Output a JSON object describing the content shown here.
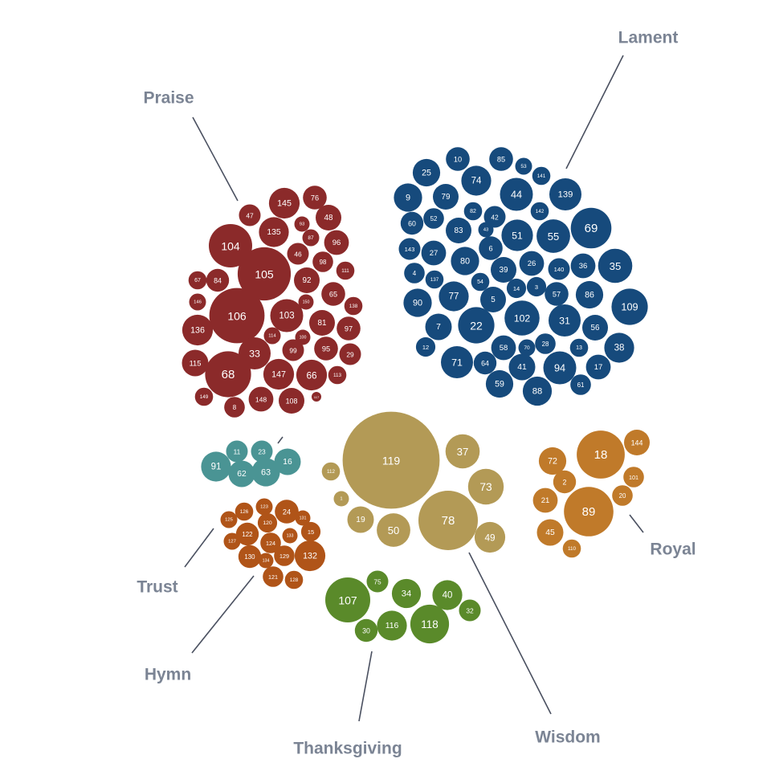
{
  "chart_data": {
    "type": "bubble-cluster",
    "title": "",
    "groups": [
      {
        "name": "Praise",
        "color": "#8b2a2a",
        "items": [
          {
            "label": "47",
            "value": 1
          },
          {
            "label": "145",
            "value": 2
          },
          {
            "label": "76",
            "value": 1.2
          },
          {
            "label": "93",
            "value": 0.5
          },
          {
            "label": "48",
            "value": 1.4
          },
          {
            "label": "104",
            "value": 4
          },
          {
            "label": "135",
            "value": 1.9
          },
          {
            "label": "87",
            "value": 0.6
          },
          {
            "label": "96",
            "value": 1.3
          },
          {
            "label": "46",
            "value": 1
          },
          {
            "label": "98",
            "value": 0.9
          },
          {
            "label": "105",
            "value": 6
          },
          {
            "label": "67",
            "value": 0.7
          },
          {
            "label": "84",
            "value": 1.1
          },
          {
            "label": "92",
            "value": 1.4
          },
          {
            "label": "111",
            "value": 0.7
          },
          {
            "label": "65",
            "value": 1.2
          },
          {
            "label": "146",
            "value": 0.6
          },
          {
            "label": "150",
            "value": 0.5
          },
          {
            "label": "138",
            "value": 0.7
          },
          {
            "label": "106",
            "value": 6.5
          },
          {
            "label": "103",
            "value": 2.3
          },
          {
            "label": "81",
            "value": 1.4
          },
          {
            "label": "136",
            "value": 2
          },
          {
            "label": "114",
            "value": 0.6
          },
          {
            "label": "100",
            "value": 0.5
          },
          {
            "label": "97",
            "value": 1.2
          },
          {
            "label": "33",
            "value": 2.2
          },
          {
            "label": "99",
            "value": 1
          },
          {
            "label": "95",
            "value": 1.2
          },
          {
            "label": "29",
            "value": 1
          },
          {
            "label": "115",
            "value": 1.5
          },
          {
            "label": "68",
            "value": 4.5
          },
          {
            "label": "147",
            "value": 2
          },
          {
            "label": "66",
            "value": 2
          },
          {
            "label": "113",
            "value": 0.7
          },
          {
            "label": "149",
            "value": 0.7
          },
          {
            "label": "148",
            "value": 1.3
          },
          {
            "label": "108",
            "value": 1.4
          },
          {
            "label": "117",
            "value": 0.2
          },
          {
            "label": "8",
            "value": 0.9
          }
        ]
      },
      {
        "name": "Lament",
        "color": "#164a7c",
        "items": [
          {
            "label": "10",
            "value": 1.2
          },
          {
            "label": "85",
            "value": 1.2
          },
          {
            "label": "53",
            "value": 0.6
          },
          {
            "label": "25",
            "value": 1.6
          },
          {
            "label": "74",
            "value": 1.9
          },
          {
            "label": "141",
            "value": 0.7
          },
          {
            "label": "9",
            "value": 1.7
          },
          {
            "label": "79",
            "value": 1.4
          },
          {
            "label": "44",
            "value": 2.3
          },
          {
            "label": "139",
            "value": 2.2
          },
          {
            "label": "82",
            "value": 0.7
          },
          {
            "label": "42",
            "value": 1
          },
          {
            "label": "142",
            "value": 0.7
          },
          {
            "label": "60",
            "value": 1.1
          },
          {
            "label": "52",
            "value": 0.9
          },
          {
            "label": "83",
            "value": 1.4
          },
          {
            "label": "43",
            "value": 0.5
          },
          {
            "label": "51",
            "value": 2.1
          },
          {
            "label": "55",
            "value": 2.4
          },
          {
            "label": "69",
            "value": 3.5
          },
          {
            "label": "143",
            "value": 1
          },
          {
            "label": "27",
            "value": 1.3
          },
          {
            "label": "80",
            "value": 1.7
          },
          {
            "label": "6",
            "value": 1.2
          },
          {
            "label": "39",
            "value": 1.4
          },
          {
            "label": "26",
            "value": 1.3
          },
          {
            "label": "140",
            "value": 1
          },
          {
            "label": "36",
            "value": 1.3
          },
          {
            "label": "35",
            "value": 2.5
          },
          {
            "label": "4",
            "value": 0.9
          },
          {
            "label": "137",
            "value": 0.7
          },
          {
            "label": "54",
            "value": 0.7
          },
          {
            "label": "14",
            "value": 0.8
          },
          {
            "label": "3",
            "value": 0.8
          },
          {
            "label": "57",
            "value": 1.2
          },
          {
            "label": "86",
            "value": 1.6
          },
          {
            "label": "109",
            "value": 2.8
          },
          {
            "label": "90",
            "value": 1.7
          },
          {
            "label": "77",
            "value": 1.9
          },
          {
            "label": "5",
            "value": 1.4
          },
          {
            "label": "102",
            "value": 2.6
          },
          {
            "label": "31",
            "value": 2.2
          },
          {
            "label": "56",
            "value": 1.4
          },
          {
            "label": "7",
            "value": 1.5
          },
          {
            "label": "22",
            "value": 2.8
          },
          {
            "label": "12",
            "value": 0.8
          },
          {
            "label": "58",
            "value": 1.3
          },
          {
            "label": "70",
            "value": 0.6
          },
          {
            "label": "28",
            "value": 0.9
          },
          {
            "label": "13",
            "value": 0.7
          },
          {
            "label": "38",
            "value": 1.9
          },
          {
            "label": "71",
            "value": 2.2
          },
          {
            "label": "64",
            "value": 1.1
          },
          {
            "label": "41",
            "value": 1.5
          },
          {
            "label": "94",
            "value": 2.3
          },
          {
            "label": "17",
            "value": 1.3
          },
          {
            "label": "59",
            "value": 1.6
          },
          {
            "label": "88",
            "value": 1.8
          },
          {
            "label": "61",
            "value": 0.9
          }
        ]
      },
      {
        "name": "Trust",
        "color": "#4a9494",
        "items": [
          {
            "label": "11",
            "value": 1
          },
          {
            "label": "23",
            "value": 1
          },
          {
            "label": "16",
            "value": 1.5
          },
          {
            "label": "91",
            "value": 1.9
          },
          {
            "label": "62",
            "value": 1.5
          },
          {
            "label": "63",
            "value": 1.7
          }
        ]
      },
      {
        "name": "Hymn",
        "color": "#b05418",
        "items": [
          {
            "label": "126",
            "value": 0.7
          },
          {
            "label": "123",
            "value": 0.6
          },
          {
            "label": "24",
            "value": 1.2
          },
          {
            "label": "125",
            "value": 0.6
          },
          {
            "label": "120",
            "value": 0.8
          },
          {
            "label": "131",
            "value": 0.5
          },
          {
            "label": "122",
            "value": 1.1
          },
          {
            "label": "133",
            "value": 0.5
          },
          {
            "label": "15",
            "value": 0.8
          },
          {
            "label": "127",
            "value": 0.6
          },
          {
            "label": "124",
            "value": 0.9
          },
          {
            "label": "130",
            "value": 1.1
          },
          {
            "label": "134",
            "value": 0.5
          },
          {
            "label": "129",
            "value": 0.9
          },
          {
            "label": "132",
            "value": 2
          },
          {
            "label": "121",
            "value": 0.9
          },
          {
            "label": "128",
            "value": 0.7
          }
        ]
      },
      {
        "name": "Wisdom",
        "color": "#b39a56",
        "items": [
          {
            "label": "119",
            "value": 20
          },
          {
            "label": "37",
            "value": 2.5
          },
          {
            "label": "112",
            "value": 0.7
          },
          {
            "label": "73",
            "value": 2.7
          },
          {
            "label": "1",
            "value": 0.5
          },
          {
            "label": "19",
            "value": 1.5
          },
          {
            "label": "50",
            "value": 2.4
          },
          {
            "label": "78",
            "value": 7.5
          },
          {
            "label": "49",
            "value": 2
          }
        ]
      },
      {
        "name": "Royal",
        "color": "#c07a2a",
        "items": [
          {
            "label": "144",
            "value": 1.4
          },
          {
            "label": "72",
            "value": 1.6
          },
          {
            "label": "18",
            "value": 4.9
          },
          {
            "label": "2",
            "value": 1.1
          },
          {
            "label": "101",
            "value": 0.9
          },
          {
            "label": "21",
            "value": 1.3
          },
          {
            "label": "20",
            "value": 0.9
          },
          {
            "label": "89",
            "value": 5.2
          },
          {
            "label": "45",
            "value": 1.5
          },
          {
            "label": "110",
            "value": 0.7
          }
        ]
      },
      {
        "name": "Thanksgiving",
        "color": "#5a8a2a",
        "items": [
          {
            "label": "75",
            "value": 1
          },
          {
            "label": "34",
            "value": 1.8
          },
          {
            "label": "40",
            "value": 1.9
          },
          {
            "label": "107",
            "value": 4.3
          },
          {
            "label": "32",
            "value": 1
          },
          {
            "label": "116",
            "value": 1.9
          },
          {
            "label": "118",
            "value": 3.2
          },
          {
            "label": "30",
            "value": 1.1
          }
        ]
      }
    ]
  }
}
